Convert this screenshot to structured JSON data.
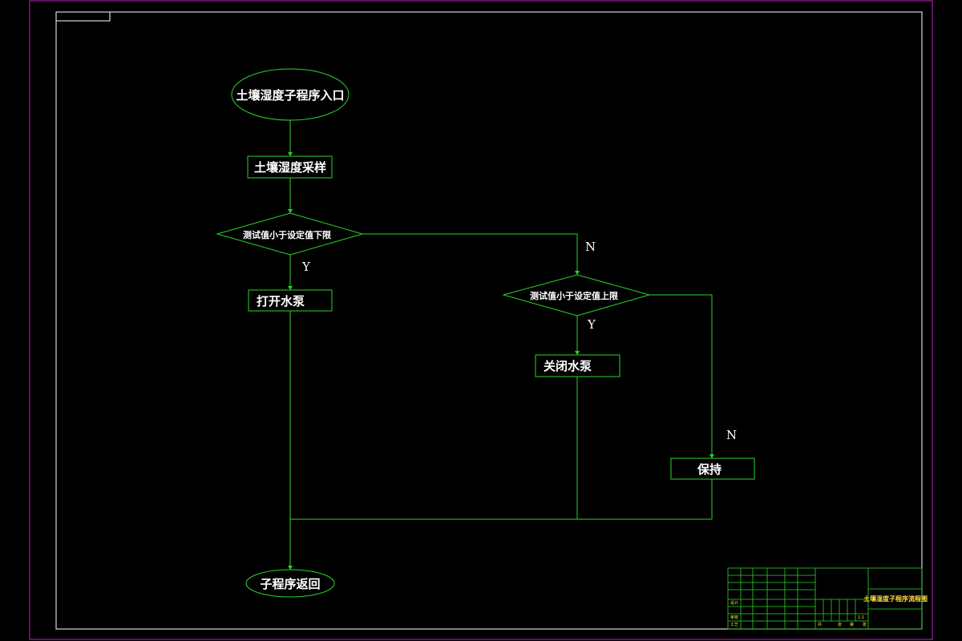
{
  "flowchart": {
    "start": "土壤湿度子程序入口",
    "sample": "土壤湿度采样",
    "decision_low": "测试值小于设定值下限",
    "open_pump": "打开水泵",
    "decision_high": "测试值小于设定值上限",
    "close_pump": "关闭水泵",
    "hold": "保持",
    "end": "子程序返回",
    "label_yes": "Y",
    "label_no": "N"
  },
  "title_block": {
    "drawing_title": "土壤湿度子程序流程图",
    "design": "设计",
    "check": "审核",
    "process": "工艺",
    "scale": "1:1",
    "sheet_total": "共",
    "sheet_no": "第",
    "sheet_unit": "张"
  },
  "colors": {
    "line": "#2bd42b",
    "outer_frame": "#c020c0",
    "inner_frame": "#ffffff",
    "text": "#ffffff"
  }
}
